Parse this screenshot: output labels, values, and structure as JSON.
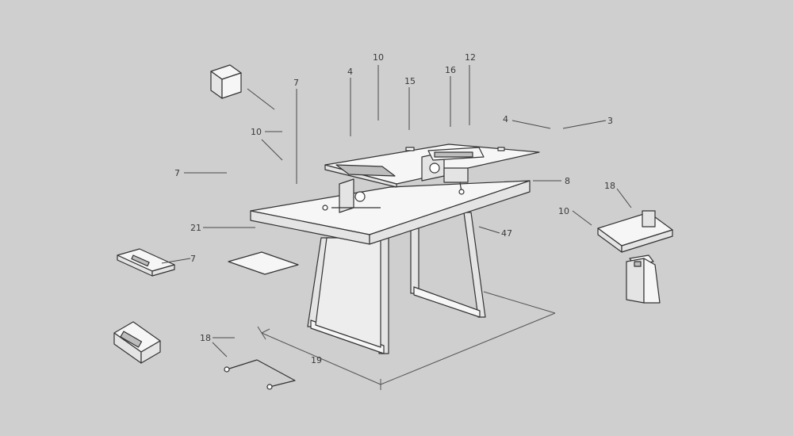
{
  "diagram": {
    "background": "#cfcfcf",
    "line_color": "#333333",
    "callouts": [
      {
        "id": "c-top-10",
        "text": "10"
      },
      {
        "id": "c-top-12",
        "text": "12"
      },
      {
        "id": "c-top-4",
        "text": "4"
      },
      {
        "id": "c-top-15",
        "text": "15"
      },
      {
        "id": "c-top-16",
        "text": "16"
      },
      {
        "id": "c-left-7a",
        "text": "7"
      },
      {
        "id": "c-left-10",
        "text": "10"
      },
      {
        "id": "c-left-7b",
        "text": "7"
      },
      {
        "id": "c-right-4",
        "text": "4"
      },
      {
        "id": "c-right-3",
        "text": "3"
      },
      {
        "id": "c-right-8",
        "text": "8"
      },
      {
        "id": "c-right-18",
        "text": "18"
      },
      {
        "id": "c-right-10",
        "text": "10"
      },
      {
        "id": "c-left-21",
        "text": "21"
      },
      {
        "id": "c-mid-47",
        "text": "47"
      },
      {
        "id": "c-left-7c",
        "text": "7"
      },
      {
        "id": "c-bottom-18",
        "text": "18"
      },
      {
        "id": "c-bottom-19",
        "text": "19"
      }
    ]
  }
}
